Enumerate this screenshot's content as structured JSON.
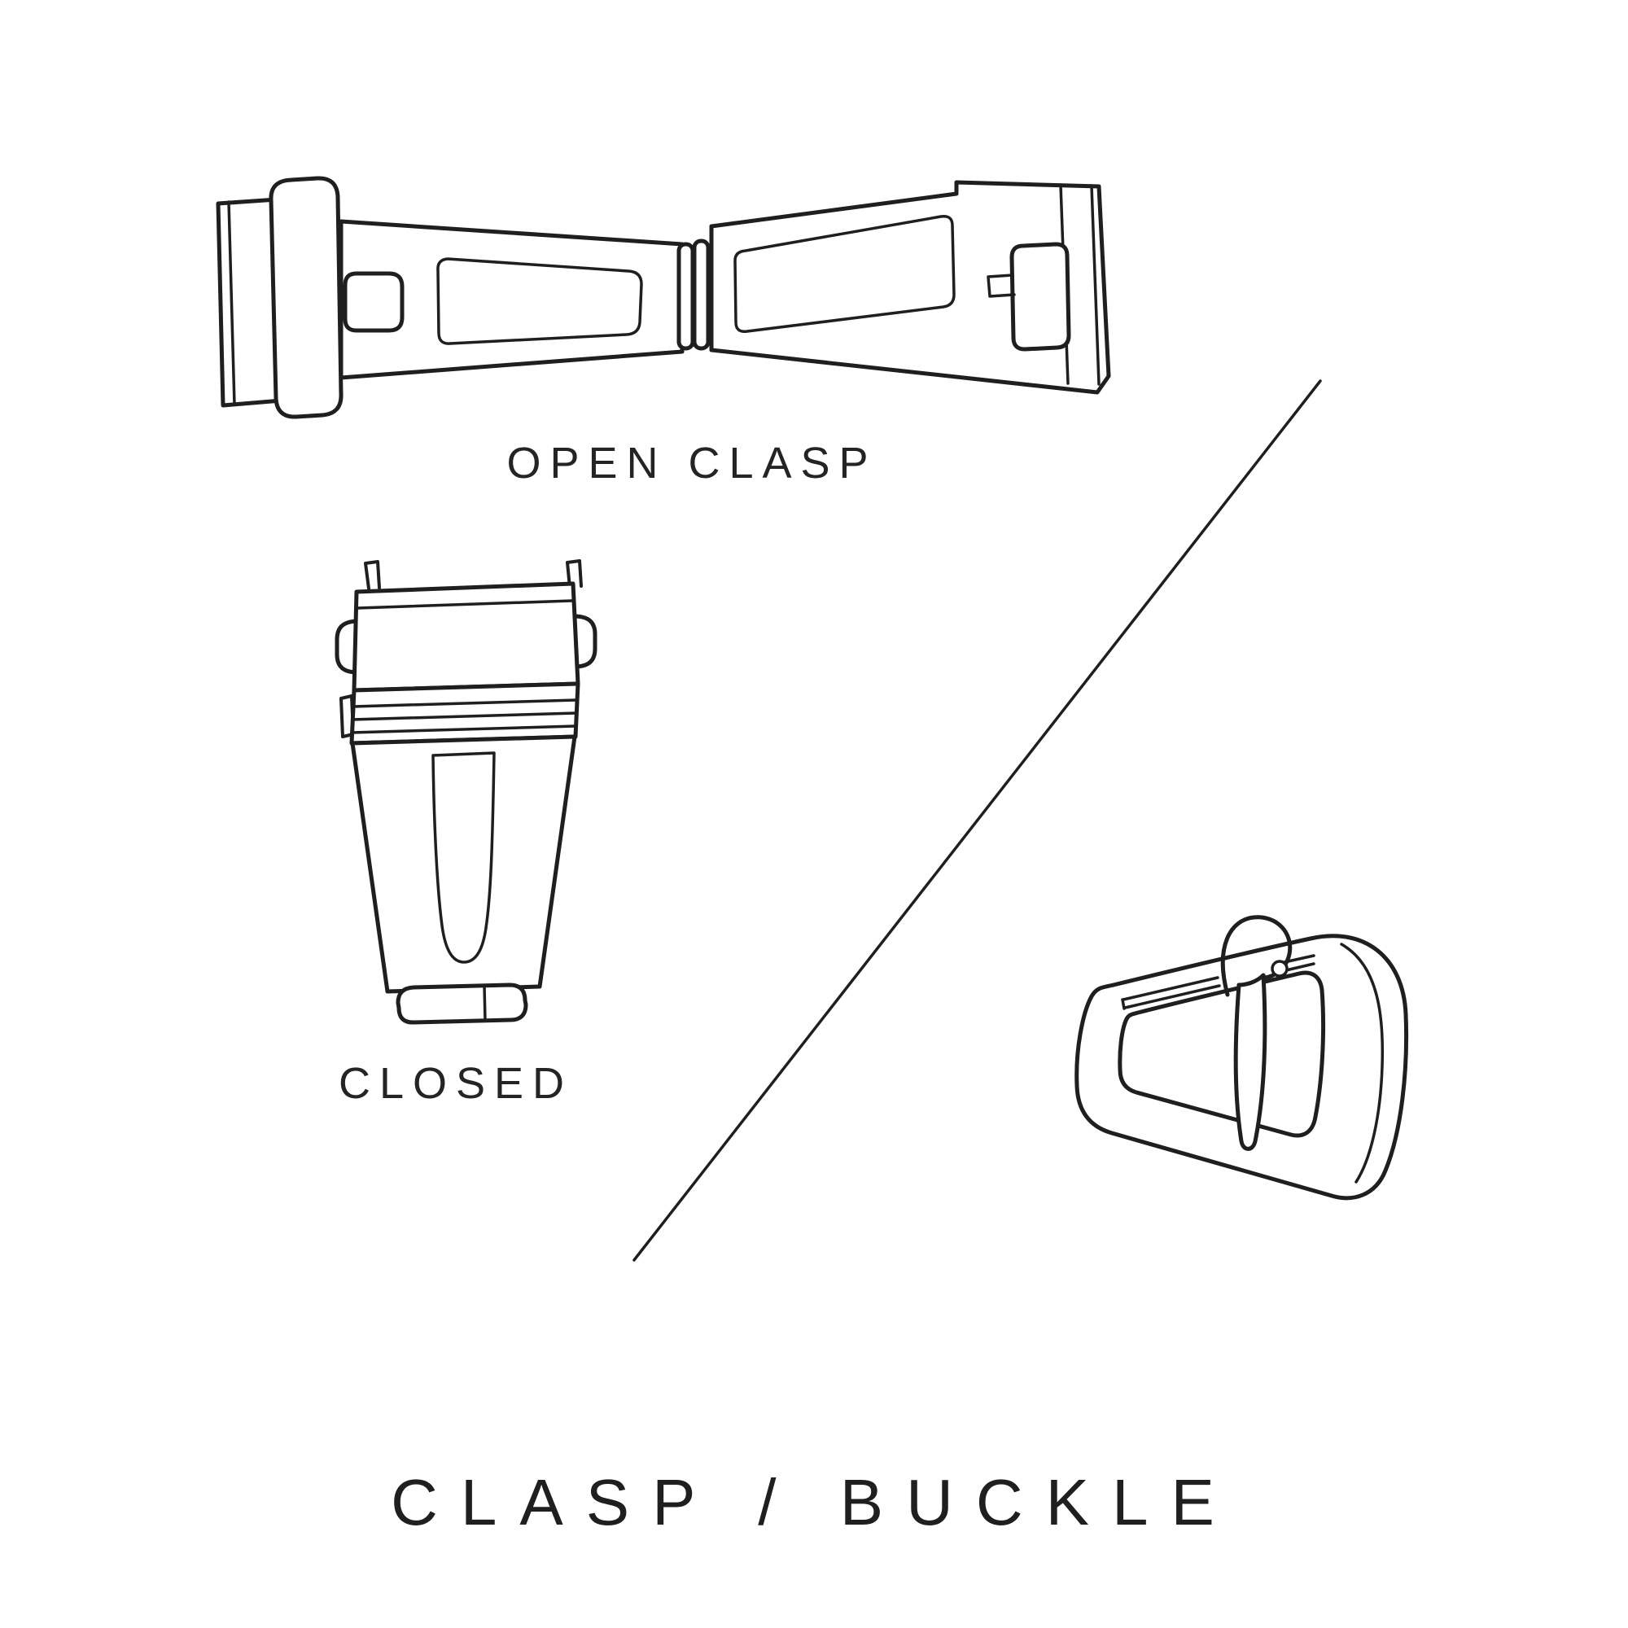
{
  "page": {
    "title": "CLASP / BUCKLE",
    "background_color": "#ffffff",
    "ink_color": "#1f1f1f"
  },
  "figures": {
    "open_clasp": {
      "label": "OPEN CLASP",
      "icon": "open-clasp-illustration"
    },
    "closed_clasp": {
      "label": "CLOSED",
      "icon": "closed-clasp-illustration"
    },
    "buckle": {
      "icon": "tang-buckle-illustration"
    }
  },
  "divider": {
    "icon": "diagonal-divider-line"
  }
}
